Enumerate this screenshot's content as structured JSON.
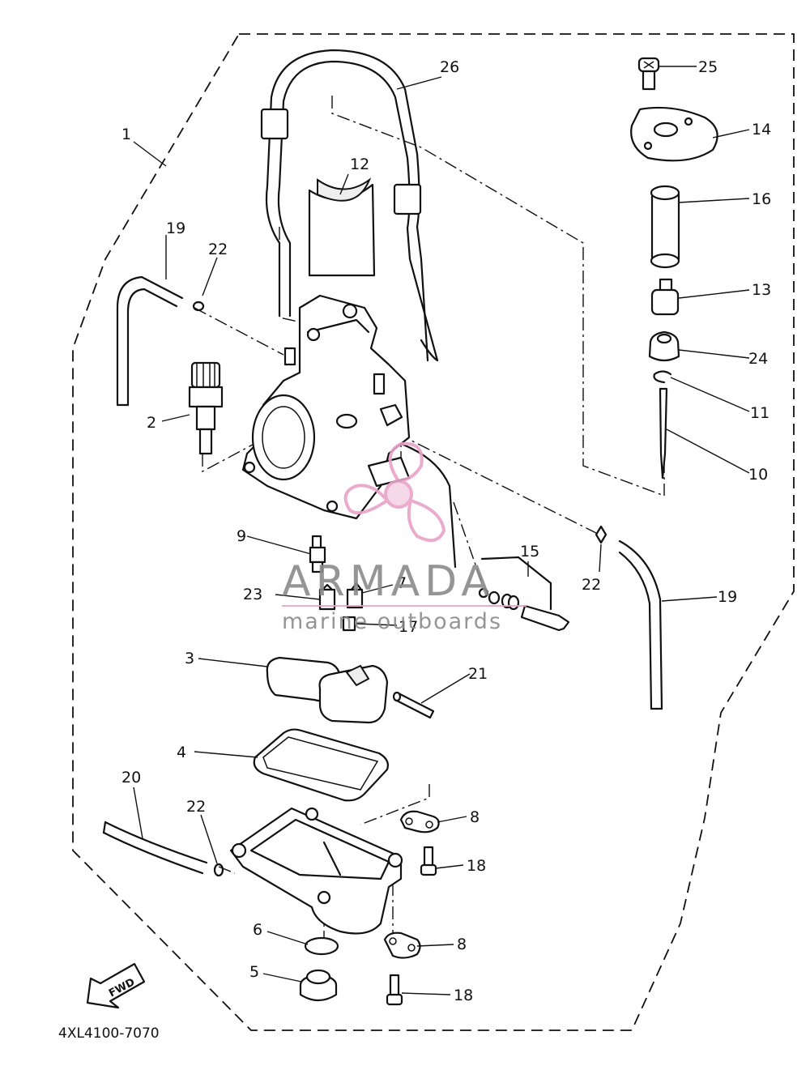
{
  "labels": {
    "l1": "1",
    "l2": "2",
    "l3": "3",
    "l4": "4",
    "l5": "5",
    "l6": "6",
    "l7": "7",
    "l8a": "8",
    "l8b": "8",
    "l9": "9",
    "l10": "10",
    "l11": "11",
    "l12": "12",
    "l13": "13",
    "l14": "14",
    "l15": "15",
    "l16": "16",
    "l17": "17",
    "l18a": "18",
    "l18b": "18",
    "l19a": "19",
    "l19b": "19",
    "l20": "20",
    "l21": "21",
    "l22a": "22",
    "l22b": "22",
    "l22c": "22",
    "l23": "23",
    "l24": "24",
    "l25": "25",
    "l26": "26"
  },
  "diagram_code": "4XL4100-7070",
  "fwd_label": "FWD",
  "watermark": {
    "brand": "ARMADA",
    "tagline": "marine outboards",
    "logo_color": "#e8a2c8",
    "text_color": "#8a8a8a"
  }
}
